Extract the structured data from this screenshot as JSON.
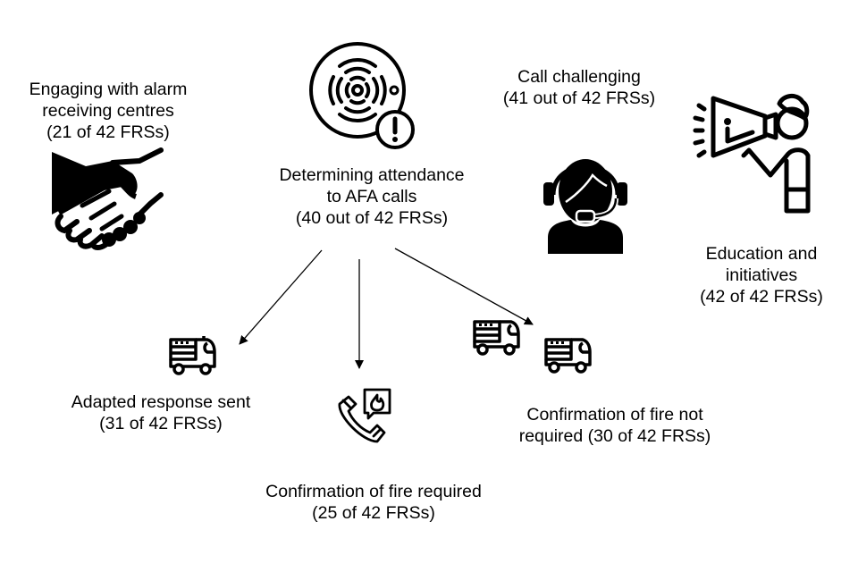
{
  "nodes": {
    "alarm_receiving": {
      "lines": [
        "Engaging with alarm",
        "receiving centres",
        "(21 of 42 FRSs)"
      ],
      "icon": "handshake-icon"
    },
    "determining_attendance": {
      "lines": [
        "Determining attendance",
        "to AFA calls",
        "(40 out of 42 FRSs)"
      ],
      "icon": "smoke-detector-alert-icon"
    },
    "call_challenging": {
      "lines": [
        "Call challenging",
        "(41 out of 42 FRSs)"
      ],
      "icon": "call-operator-headset-icon"
    },
    "education": {
      "lines": [
        "Education and",
        "initiatives",
        "(42 of 42 FRSs)"
      ],
      "icon": "person-megaphone-icon"
    },
    "adapted_response": {
      "lines": [
        "Adapted response sent",
        "(31 of 42 FRSs)"
      ],
      "icon": "fire-engine-icon"
    },
    "confirmation_required": {
      "lines": [
        "Confirmation of fire required",
        "(25 of 42 FRSs)"
      ],
      "icon": "phone-fire-message-icon"
    },
    "confirmation_not_required": {
      "lines": [
        "Confirmation of fire not",
        "required (30 of 42 FRSs)"
      ],
      "icon": "two-fire-engines-icon"
    }
  },
  "edges": [
    {
      "from": "determining_attendance",
      "to": "adapted_response"
    },
    {
      "from": "determining_attendance",
      "to": "confirmation_required"
    },
    {
      "from": "determining_attendance",
      "to": "confirmation_not_required"
    }
  ],
  "colors": {
    "ink": "#000000",
    "background": "#ffffff"
  }
}
